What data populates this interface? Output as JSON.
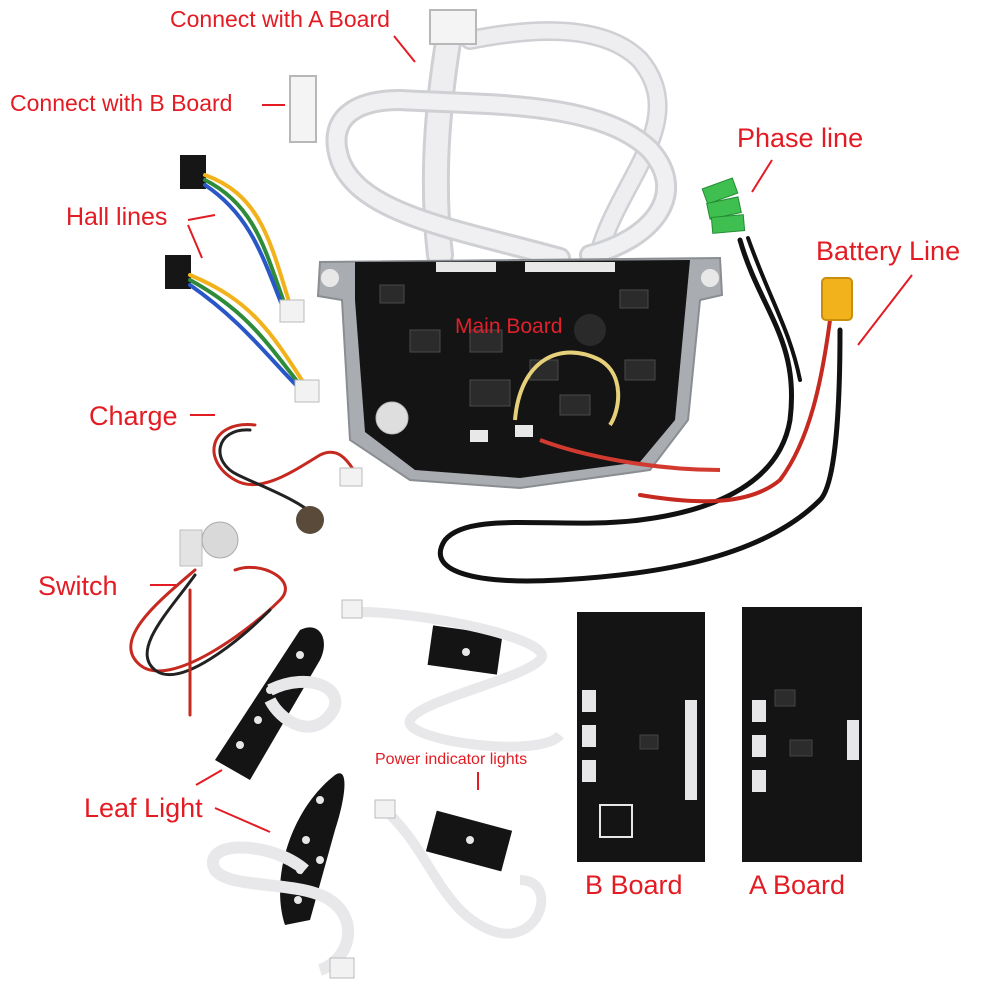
{
  "labels": {
    "connect_a": "Connect with A Board",
    "connect_b": "Connect with B Board",
    "hall_lines": "Hall lines",
    "phase_line": "Phase line",
    "battery_line": "Battery Line",
    "main_board": "Main Board",
    "charge": "Charge",
    "switch": "Switch",
    "power_indicator": "Power indicator lights",
    "leaf_light": "Leaf Light",
    "b_board": "B Board",
    "a_board": "A Board"
  },
  "colors": {
    "label_red": "#e31b23",
    "pcb_black": "#141414",
    "ribbon_white": "#e9e9ec",
    "connector_green": "#3fbf4f",
    "connector_yellow": "#f2b21b",
    "metal_plate": "#a9acb0"
  }
}
